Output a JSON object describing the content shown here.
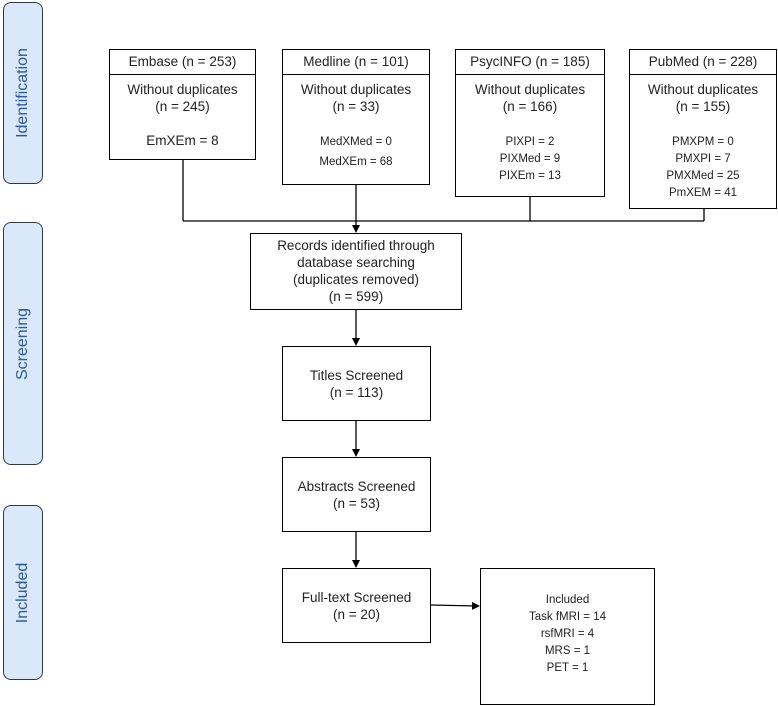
{
  "phases": [
    {
      "id": "identification",
      "label": "Identification"
    },
    {
      "id": "screening",
      "label": "Screening"
    },
    {
      "id": "included",
      "label": "Included"
    }
  ],
  "sources": [
    {
      "id": "embase",
      "header": "Embase (n = 253)",
      "dedup": "Without duplicates",
      "dedup_n": "(n = 245)",
      "overlaps": [
        "EmXEm = 8"
      ]
    },
    {
      "id": "medline",
      "header": "Medline (n = 101)",
      "dedup": "Without duplicates",
      "dedup_n": "(n = 33)",
      "overlaps": [
        "MedXMed = 0",
        "MedXEm = 68"
      ]
    },
    {
      "id": "psycinfo",
      "header": "PsycINFO (n = 185)",
      "dedup": "Without duplicates",
      "dedup_n": "(n = 166)",
      "overlaps": [
        "PIXPI = 2",
        "PIXMed = 9",
        "PIXEm = 13"
      ]
    },
    {
      "id": "pubmed",
      "header": "PubMed (n = 228)",
      "dedup": "Without duplicates",
      "dedup_n": "(n = 155)",
      "overlaps": [
        "PMXPM = 0",
        "PMXPI = 7",
        "PMXMed = 25",
        "PmXEM = 41"
      ]
    }
  ],
  "records": {
    "lines": [
      "Records identified through",
      "database searching",
      "(duplicates removed)",
      "(n = 599)"
    ]
  },
  "titles": {
    "lines": [
      "Titles Screened",
      "(n = 113)"
    ]
  },
  "abstracts": {
    "lines": [
      "Abstracts Screened",
      "(n = 53)"
    ]
  },
  "fulltext": {
    "lines": [
      "Full-text Screened",
      "(n = 20)"
    ]
  },
  "included": {
    "lines": [
      "Included",
      "Task fMRI = 14",
      "rsfMRI = 4",
      "MRS = 1",
      "PET = 1"
    ]
  }
}
